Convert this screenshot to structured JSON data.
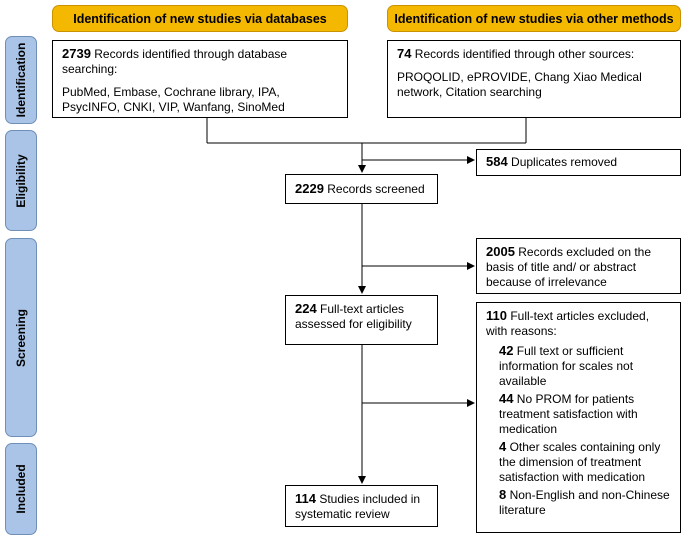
{
  "headers": {
    "databases": "Identification of new studies via databases",
    "other": "Identification of new studies via other methods"
  },
  "phases": [
    "Identification",
    "Eligibility",
    "Screening",
    "Included"
  ],
  "db_box": {
    "count": "2739",
    "text": " Records identified through database searching:",
    "sources": "PubMed, Embase, Cochrane library, IPA, PsycINFO, CNKI, VIP, Wanfang, SinoMed"
  },
  "other_box": {
    "count": "74",
    "text": " Records identified through other sources:",
    "sources": "PROQOLID, ePROVIDE, Chang Xiao Medical network, Citation searching"
  },
  "duplicates": {
    "count": "584",
    "text": " Duplicates removed"
  },
  "screened": {
    "count": "2229",
    "text": " Records screened"
  },
  "excluded_title": {
    "count": "2005",
    "text": " Records excluded on the basis of title and/ or abstract because of irrelevance"
  },
  "fulltext": {
    "count": "224",
    "text": " Full-text articles assessed for eligibility"
  },
  "fulltext_excluded": {
    "count": "110",
    "text": " Full-text articles excluded, with reasons:",
    "reasons": [
      {
        "count": "42",
        "text": " Full text or sufficient information for scales not available"
      },
      {
        "count": "44",
        "text": " No PROM for patients treatment satisfaction with medication"
      },
      {
        "count": "4",
        "text": " Other scales containing only the dimension of treatment satisfaction with medication"
      },
      {
        "count": "8",
        "text": " Non-English and non-Chinese literature"
      }
    ]
  },
  "included": {
    "count": "114",
    "text": " Studies included in systematic review"
  }
}
